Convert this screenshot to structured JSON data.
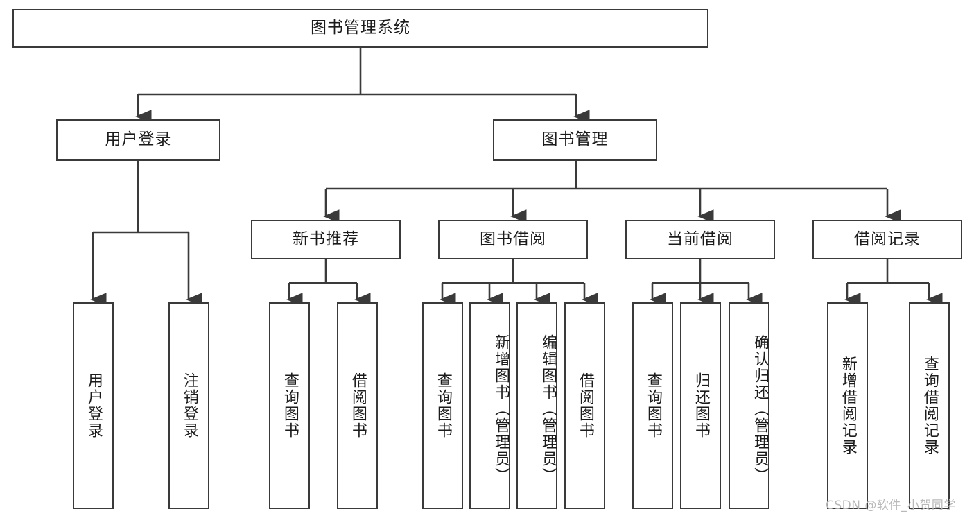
{
  "diagram": {
    "title": "图书管理系统",
    "type": "tree",
    "style": {
      "box_border_color": "#3a3a3a",
      "box_fill": "#ffffff",
      "line_color": "#3a3a3a",
      "text_color": "#1b1b1b",
      "background": "#ffffff",
      "watermark_color": "#b9b9b9"
    },
    "levels": {
      "root": "图书管理系统",
      "level2": [
        "用户登录",
        "图书管理"
      ],
      "level3": [
        "新书推荐",
        "图书借阅",
        "当前借阅",
        "借阅记录"
      ]
    },
    "nodes": {
      "root": {
        "label": "图书管理系统"
      },
      "user_login": {
        "label": "用户登录"
      },
      "book_manage": {
        "label": "图书管理"
      },
      "new_book_rec": {
        "label": "新书推荐"
      },
      "book_borrow": {
        "label": "图书借阅"
      },
      "current_borrow": {
        "label": "当前借阅"
      },
      "borrow_record": {
        "label": "借阅记录"
      },
      "leaf_user_login": {
        "label": "用户登录"
      },
      "leaf_logout": {
        "label": "注销登录"
      },
      "leaf_query_book_1": {
        "label": "查询图书"
      },
      "leaf_borrow_book_1": {
        "label": "借阅图书"
      },
      "leaf_query_book_2": {
        "label": "查询图书"
      },
      "leaf_add_book": {
        "label": "新增图书（管理员）"
      },
      "leaf_edit_book": {
        "label": "编辑图书（管理员）"
      },
      "leaf_borrow_book_2": {
        "label": "借阅图书"
      },
      "leaf_query_book_3": {
        "label": "查询图书"
      },
      "leaf_return_book": {
        "label": "归还图书"
      },
      "leaf_confirm_return": {
        "label": "确认归还（管理员）"
      },
      "leaf_add_record": {
        "label": "新增借阅记录"
      },
      "leaf_query_record": {
        "label": "查询借阅记录"
      }
    },
    "edges": [
      {
        "from": "root",
        "to": "user_login"
      },
      {
        "from": "root",
        "to": "book_manage"
      },
      {
        "from": "user_login",
        "to": "leaf_user_login"
      },
      {
        "from": "user_login",
        "to": "leaf_logout"
      },
      {
        "from": "book_manage",
        "to": "new_book_rec"
      },
      {
        "from": "book_manage",
        "to": "book_borrow"
      },
      {
        "from": "book_manage",
        "to": "current_borrow"
      },
      {
        "from": "book_manage",
        "to": "borrow_record"
      },
      {
        "from": "new_book_rec",
        "to": "leaf_query_book_1"
      },
      {
        "from": "new_book_rec",
        "to": "leaf_borrow_book_1"
      },
      {
        "from": "book_borrow",
        "to": "leaf_query_book_2"
      },
      {
        "from": "book_borrow",
        "to": "leaf_add_book"
      },
      {
        "from": "book_borrow",
        "to": "leaf_edit_book"
      },
      {
        "from": "book_borrow",
        "to": "leaf_borrow_book_2"
      },
      {
        "from": "current_borrow",
        "to": "leaf_query_book_3"
      },
      {
        "from": "current_borrow",
        "to": "leaf_return_book"
      },
      {
        "from": "current_borrow",
        "to": "leaf_confirm_return"
      },
      {
        "from": "borrow_record",
        "to": "leaf_add_record"
      },
      {
        "from": "borrow_record",
        "to": "leaf_query_record"
      }
    ]
  },
  "watermark": {
    "text": "CSDN @软件_小贺同学"
  }
}
